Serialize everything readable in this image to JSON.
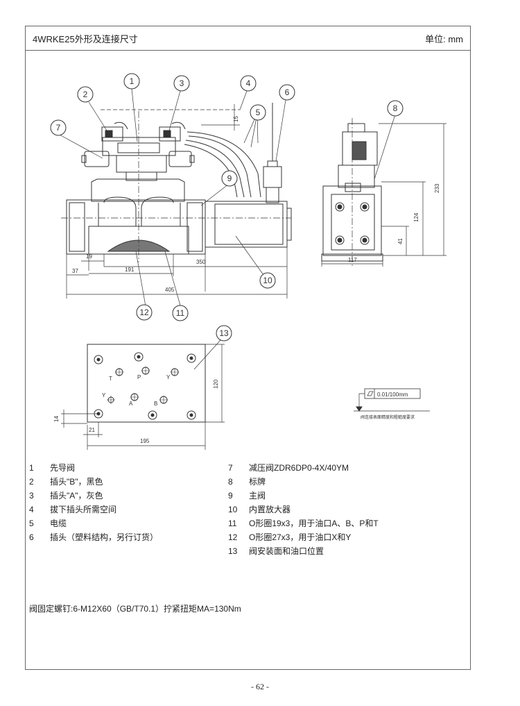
{
  "header": {
    "title": "4WRKE25外形及连接尺寸",
    "unit": "单位: mm"
  },
  "callouts": [
    "1",
    "2",
    "3",
    "4",
    "5",
    "6",
    "7",
    "8",
    "9",
    "10",
    "11",
    "12",
    "13"
  ],
  "dimensions": {
    "d15": "15",
    "d19": "19",
    "d37": "37",
    "d191": "191",
    "d350": "350",
    "d405": "405",
    "d117": "117",
    "d41": "41",
    "d124": "124",
    "d233": "233",
    "d120": "120",
    "d14": "14",
    "d21": "21",
    "d195": "195"
  },
  "port_labels": [
    "T",
    "P",
    "Y",
    "Y",
    "A",
    "B"
  ],
  "flatness": {
    "value": "0.01/100mm",
    "caption": "阀连接表面精度和粗糙度要求"
  },
  "legend": {
    "left": [
      {
        "num": "1",
        "text": "先导阀"
      },
      {
        "num": "2",
        "text": "插头\"B\"，黑色"
      },
      {
        "num": "3",
        "text": "插头\"A\"，灰色"
      },
      {
        "num": "4",
        "text": "拔下插头所需空间"
      },
      {
        "num": "5",
        "text": "电缆"
      },
      {
        "num": "6",
        "text": "插头（塑料结构，另行订货）"
      }
    ],
    "right": [
      {
        "num": "7",
        "text": "减压阀ZDR6DP0-4X/40YM"
      },
      {
        "num": "8",
        "text": "标牌"
      },
      {
        "num": "9",
        "text": "主阀"
      },
      {
        "num": "10",
        "text": "内置放大器"
      },
      {
        "num": "11",
        "text": "O形圈19x3，用于油口A、B、P和T"
      },
      {
        "num": "12",
        "text": "O形圈27x3，用于油口X和Y"
      },
      {
        "num": "13",
        "text": "阀安装面和油口位置"
      }
    ]
  },
  "note": "阀固定螺钉:6-M12X60（GB/T70.1）拧紧扭矩MA=130Nm",
  "page_number": "- 62 -"
}
